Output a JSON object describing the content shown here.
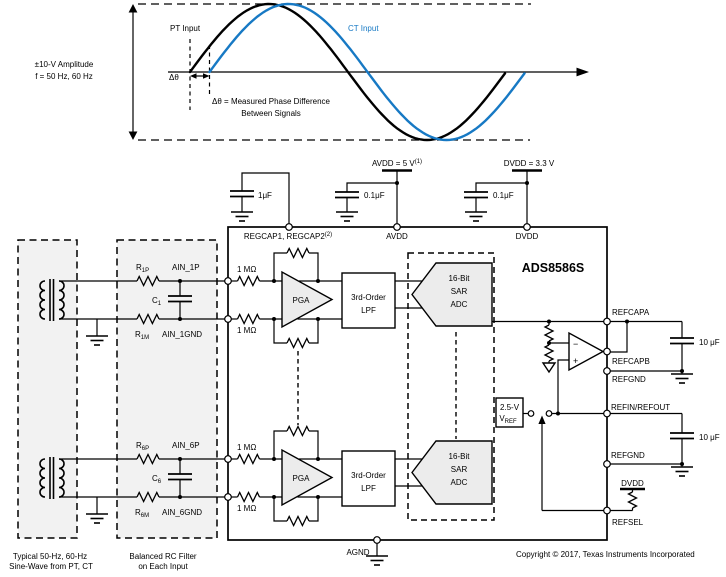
{
  "colors": {
    "wave_blue": "#1779c4",
    "line_black": "#000000",
    "box_gray": "#f2f2f2",
    "block_gray": "#ececec"
  },
  "wave_plot": {
    "amplitude_line1": "±10-V Amplitude",
    "amplitude_line2": "f = 50 Hz, 60 Hz",
    "pt_input": "PT Input",
    "ct_input": "CT Input",
    "delta_theta": "Δθ",
    "note_line1": "Δθ = Measured Phase Difference",
    "note_line2": "Between Signals"
  },
  "supplies": {
    "regcap_cap_value": "1μF",
    "avdd_rail_label": "AVDD = 5 V",
    "avdd_rail_sup": "(1)",
    "avdd_cap_value": "0.1μF",
    "dvdd_rail_label": "DVDD = 3.3 V",
    "dvdd_cap_value": "0.1μF"
  },
  "input_section": {
    "source_label_line1": "Typical 50-Hz, 60-Hz",
    "source_label_line2": "Sine-Wave from PT, CT",
    "filter_label_line1": "Balanced RC Filter",
    "filter_label_line2": "on Each Input",
    "ch1": {
      "r_p_base": "R",
      "r_p_sub": "1P",
      "ain_p": "AIN_1P",
      "c_base": "C",
      "c_sub": "1",
      "r_m_base": "R",
      "r_m_sub": "1M",
      "ain_gnd": "AIN_1GND"
    },
    "ch6": {
      "r_p_base": "R",
      "r_p_sub": "6P",
      "ain_p": "AIN_6P",
      "c_base": "C",
      "c_sub": "6",
      "r_m_base": "R",
      "r_m_sub": "6M",
      "ain_gnd": "AIN_6GND"
    }
  },
  "ic": {
    "part_number": "ADS8586S",
    "pin_regcap": "REGCAP1, REGCAP2",
    "pin_regcap_sup": "(2)",
    "pin_avdd": "AVDD",
    "pin_dvdd": "DVDD",
    "pin_agnd": "AGND",
    "pin_refcapa": "REFCAPA",
    "pin_refcapb": "REFCAPB",
    "pin_refgnd1": "REFGND",
    "pin_refin": "REFIN/REFOUT",
    "pin_refgnd2": "REFGND",
    "pin_refsel": "REFSEL",
    "input_r_label": "1 MΩ",
    "pga_label": "PGA",
    "lpf_line1": "3rd-Order",
    "lpf_line2": "LPF",
    "adc_line1": "16-Bit",
    "adc_line2": "SAR",
    "adc_line3": "ADC",
    "vref_line1": "2.5-V",
    "vref_base": "V",
    "vref_sub": "REF",
    "opamp_minus": "−",
    "opamp_plus": "+",
    "refsel_pullup_rail": "DVDD"
  },
  "external": {
    "refcap_cap_value": "10 μF",
    "refin_cap_value": "10 μF"
  },
  "footer": {
    "copyright": "Copyright © 2017, Texas Instruments Incorporated"
  }
}
